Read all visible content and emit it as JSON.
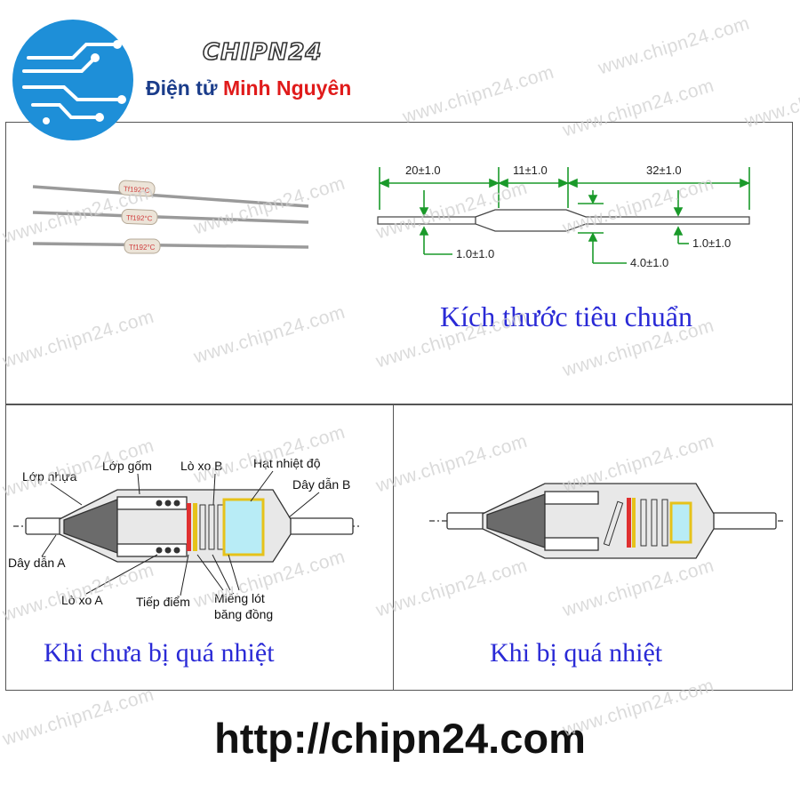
{
  "brand": {
    "name": "CHIPN24",
    "subtitle_part1": "Điện tử ",
    "subtitle_part2": "Minh Nguyên"
  },
  "colors": {
    "brand_blue": "#1a3c8a",
    "brand_red": "#e01b1b",
    "logo_blue": "#1e8fd8",
    "dimension_green": "#1a9a2a",
    "caption_blue": "#2a2ad6"
  },
  "watermark": "www.chipn24.com",
  "top_panel": {
    "fuse_marking": "Tf192°C",
    "dimensions": {
      "d1": "20±1.0",
      "d2": "11±1.0",
      "d3": "32±1.0",
      "d4": "1.0±1.0",
      "d5": "4.0±1.0",
      "d6": "1.0±1.0"
    },
    "caption": "Kích thước tiêu chuẩn"
  },
  "bottom_left": {
    "labels": {
      "lop_nhua": "Lớp nhựa",
      "lop_gom": "Lớp gốm",
      "lo_xo_b": "Lò xo B",
      "hat_nhiet_do": "Hạt nhiệt độ",
      "day_dan_b": "Dây dẫn B",
      "day_dan_a": "Dây dẫn A",
      "lo_xo_a": "Lò xo A",
      "tiep_diem": "Tiếp điểm",
      "mieng_lot_1": "Miếng lót",
      "mieng_lot_2": "băng đồng"
    },
    "caption": "Khi chưa bị quá nhiệt"
  },
  "bottom_right": {
    "caption": "Khi bị quá nhiệt"
  },
  "footer_url": "http://chipn24.com"
}
